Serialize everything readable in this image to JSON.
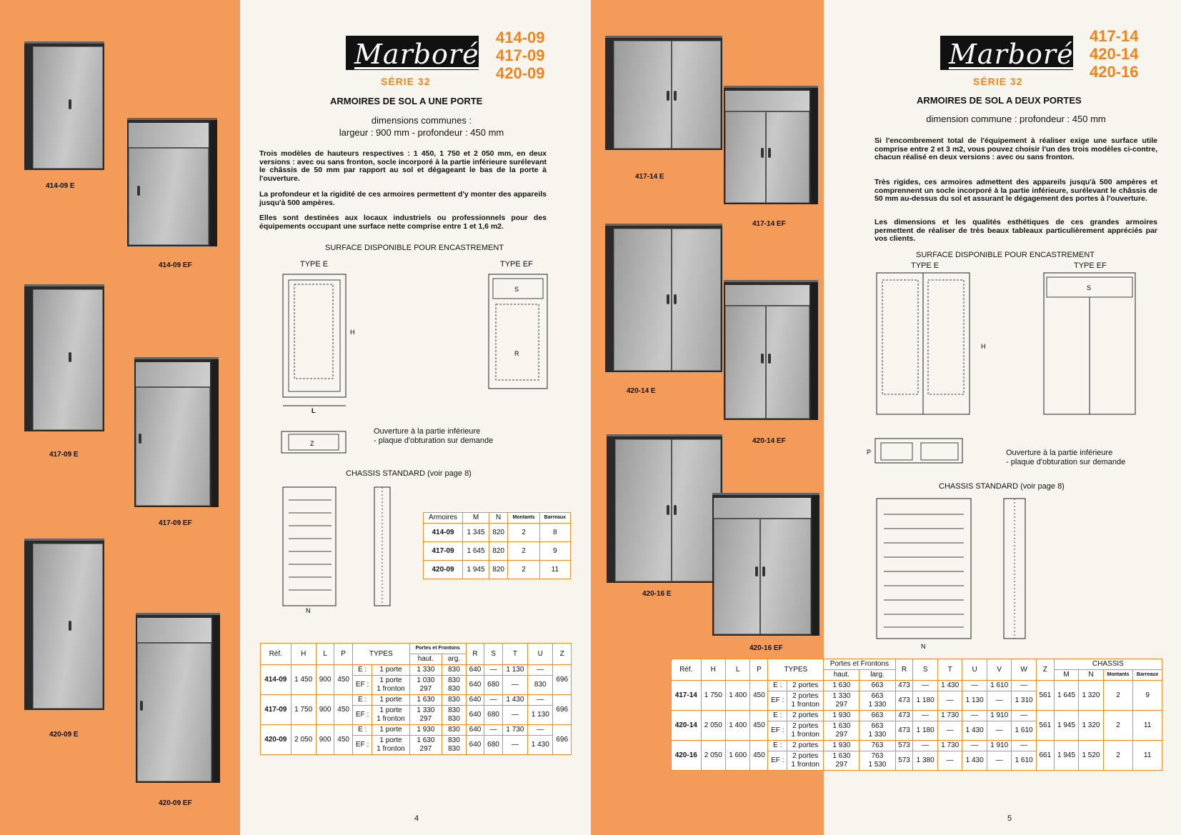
{
  "left": {
    "logo": "Marboré",
    "models": [
      "414-09",
      "417-09",
      "420-09"
    ],
    "serie": "SÉRIE 32",
    "title": "ARMOIRES DE SOL A UNE PORTE",
    "dim1": "dimensions communes :",
    "dim2": "largeur : 900 mm - profondeur : 450 mm",
    "para1": "Trois modèles de hauteurs respectives : 1 450, 1 750 et 2 050 mm, en deux versions : avec ou sans fronton, socle incorporé à la partie inférieure surélevant le châssis de 50 mm par rapport au sol et dégageant le bas de la porte à l'ouverture.",
    "para2": "La profondeur et la rigidité de ces armoires permettent d'y monter des appareils jusqu'à 500 ampères.",
    "para3": "Elles sont destinées aux locaux industriels ou professionnels pour des équipements occupant une surface nette comprise entre 1 et 1,6 m2.",
    "surface": "SURFACE DISPONIBLE POUR ENCASTREMENT",
    "typeE": "TYPE E",
    "typeEF": "TYPE EF",
    "ouverture1": "Ouverture à la partie inférieure",
    "ouverture2": "- plaque d'obturation sur demande",
    "chassis": "CHASSIS STANDARD  (voir page 8)",
    "captions": [
      "414-09 E",
      "414-09 EF",
      "417-09 E",
      "417-09 EF",
      "420-09 E",
      "420-09 EF"
    ],
    "small_table": {
      "headers": [
        "Armoires",
        "M",
        "N",
        "Montants",
        "Barreaux"
      ],
      "rows": [
        [
          "414-09",
          "1 345",
          "820",
          "2",
          "8"
        ],
        [
          "417-09",
          "1 645",
          "820",
          "2",
          "9"
        ],
        [
          "420-09",
          "1 945",
          "820",
          "2",
          "11"
        ]
      ]
    },
    "big_table": {
      "headers": [
        "Réf.",
        "H",
        "L",
        "P",
        "TYPES",
        "Portes et Frontons",
        "haut.",
        "arg.",
        "R",
        "S",
        "T",
        "U",
        "Z"
      ],
      "rows": [
        {
          "ref": "414-09",
          "H": "1 450",
          "L": "900",
          "P": "450",
          "Z": "696",
          "e": [
            "E :",
            "1 porte",
            "1 330",
            "830",
            "640",
            "—",
            "1 130",
            "—"
          ],
          "ef": [
            "EF :",
            "1 porte",
            "1 fronton",
            "1 030",
            "297",
            "830",
            "830",
            "640",
            "680",
            "—",
            "830"
          ]
        },
        {
          "ref": "417-09",
          "H": "1 750",
          "L": "900",
          "P": "450",
          "Z": "696",
          "e": [
            "E :",
            "1 porte",
            "1 630",
            "830",
            "640",
            "—",
            "1 430",
            "—"
          ],
          "ef": [
            "EF :",
            "1 porte",
            "1 fronton",
            "1 330",
            "297",
            "830",
            "830",
            "640",
            "680",
            "—",
            "1 130"
          ]
        },
        {
          "ref": "420-09",
          "H": "2 050",
          "L": "900",
          "P": "450",
          "Z": "696",
          "e": [
            "E :",
            "1 porte",
            "1 930",
            "830",
            "640",
            "—",
            "1 730",
            "—"
          ],
          "ef": [
            "EF :",
            "1 porte",
            "1 fronton",
            "1 630",
            "297",
            "830",
            "830",
            "640",
            "680",
            "—",
            "1 430"
          ]
        }
      ]
    },
    "page_number": "4"
  },
  "right": {
    "logo": "Marboré",
    "models": [
      "417-14",
      "420-14",
      "420-16"
    ],
    "serie": "SÉRIE 32",
    "title": "ARMOIRES DE SOL A DEUX PORTES",
    "dim1": "dimension commune : profondeur : 450 mm",
    "para1": "Si l'encombrement total de l'équipement à réaliser exige une surface utile comprise entre 2 et 3 m2, vous pouvez choisir l'un des trois modèles ci-contre, chacun réalisé en deux versions : avec ou sans fronton.",
    "para2": "Très rigides, ces armoires admettent des appareils jusqu'à 500 ampères et comprennent un socle incorporé à la partie inférieure, surélevant le châssis de 50 mm au-dessus du sol et assurant le dégagement des portes à l'ouverture.",
    "para3": "Les dimensions et les qualités esthétiques de ces grandes armoires permettent de réaliser de très beaux tableaux particulièrement appréciés par vos clients.",
    "surface": "SURFACE DISPONIBLE POUR ENCASTREMENT",
    "typeE": "TYPE E",
    "typeEF": "TYPE EF",
    "ouverture1": "Ouverture à la partie inférieure",
    "ouverture2": "- plaque d'obturation sur demande",
    "chassis": "CHASSIS STANDARD  (voir page 8)",
    "captions": [
      "417-14 E",
      "417-14 EF",
      "420-14 E",
      "420-14 EF",
      "420-16 E",
      "420-16 EF"
    ],
    "big_table": {
      "headers": [
        "Réf.",
        "H",
        "L",
        "P",
        "TYPES",
        "Portes et Frontons",
        "haut.",
        "larg.",
        "R",
        "S",
        "T",
        "U",
        "V",
        "W",
        "Z",
        "CHASSIS",
        "M",
        "N",
        "Montants",
        "Barreaux"
      ],
      "rows": [
        {
          "ref": "417-14",
          "H": "1 750",
          "L": "1 400",
          "P": "450",
          "Z": "561",
          "M": "1 645",
          "N": "1 320",
          "Mo": "2",
          "Ba": "9",
          "e": [
            "E :",
            "2 portes",
            "1 630",
            "663",
            "473",
            "—",
            "1 430",
            "—",
            "1 610",
            "—"
          ],
          "ef": [
            "EF :",
            "2 portes",
            "1 fronton",
            "1 330",
            "297",
            "663",
            "1 330",
            "473",
            "1 180",
            "—",
            "1 130",
            "—",
            "1 310"
          ]
        },
        {
          "ref": "420-14",
          "H": "2 050",
          "L": "1 400",
          "P": "450",
          "Z": "561",
          "M": "1 945",
          "N": "1 320",
          "Mo": "2",
          "Ba": "11",
          "e": [
            "E :",
            "2 portes",
            "1 930",
            "663",
            "473",
            "—",
            "1 730",
            "—",
            "1 910",
            "—"
          ],
          "ef": [
            "EF :",
            "2 portes",
            "1 fronton",
            "1 630",
            "297",
            "663",
            "1 330",
            "473",
            "1 180",
            "—",
            "1 430",
            "—",
            "1 610"
          ]
        },
        {
          "ref": "420-16",
          "H": "2 050",
          "L": "1 600",
          "P": "450",
          "Z": "661",
          "M": "1 945",
          "N": "1 520",
          "Mo": "2",
          "Ba": "11",
          "e": [
            "E :",
            "2 portes",
            "1 930",
            "763",
            "573",
            "—",
            "1 730",
            "—",
            "1 910",
            "—"
          ],
          "ef": [
            "EF :",
            "2 portes",
            "1 fronton",
            "1 630",
            "297",
            "763",
            "1 530",
            "573",
            "1 380",
            "—",
            "1 430",
            "—",
            "1 610"
          ]
        }
      ]
    },
    "page_number": "5"
  }
}
